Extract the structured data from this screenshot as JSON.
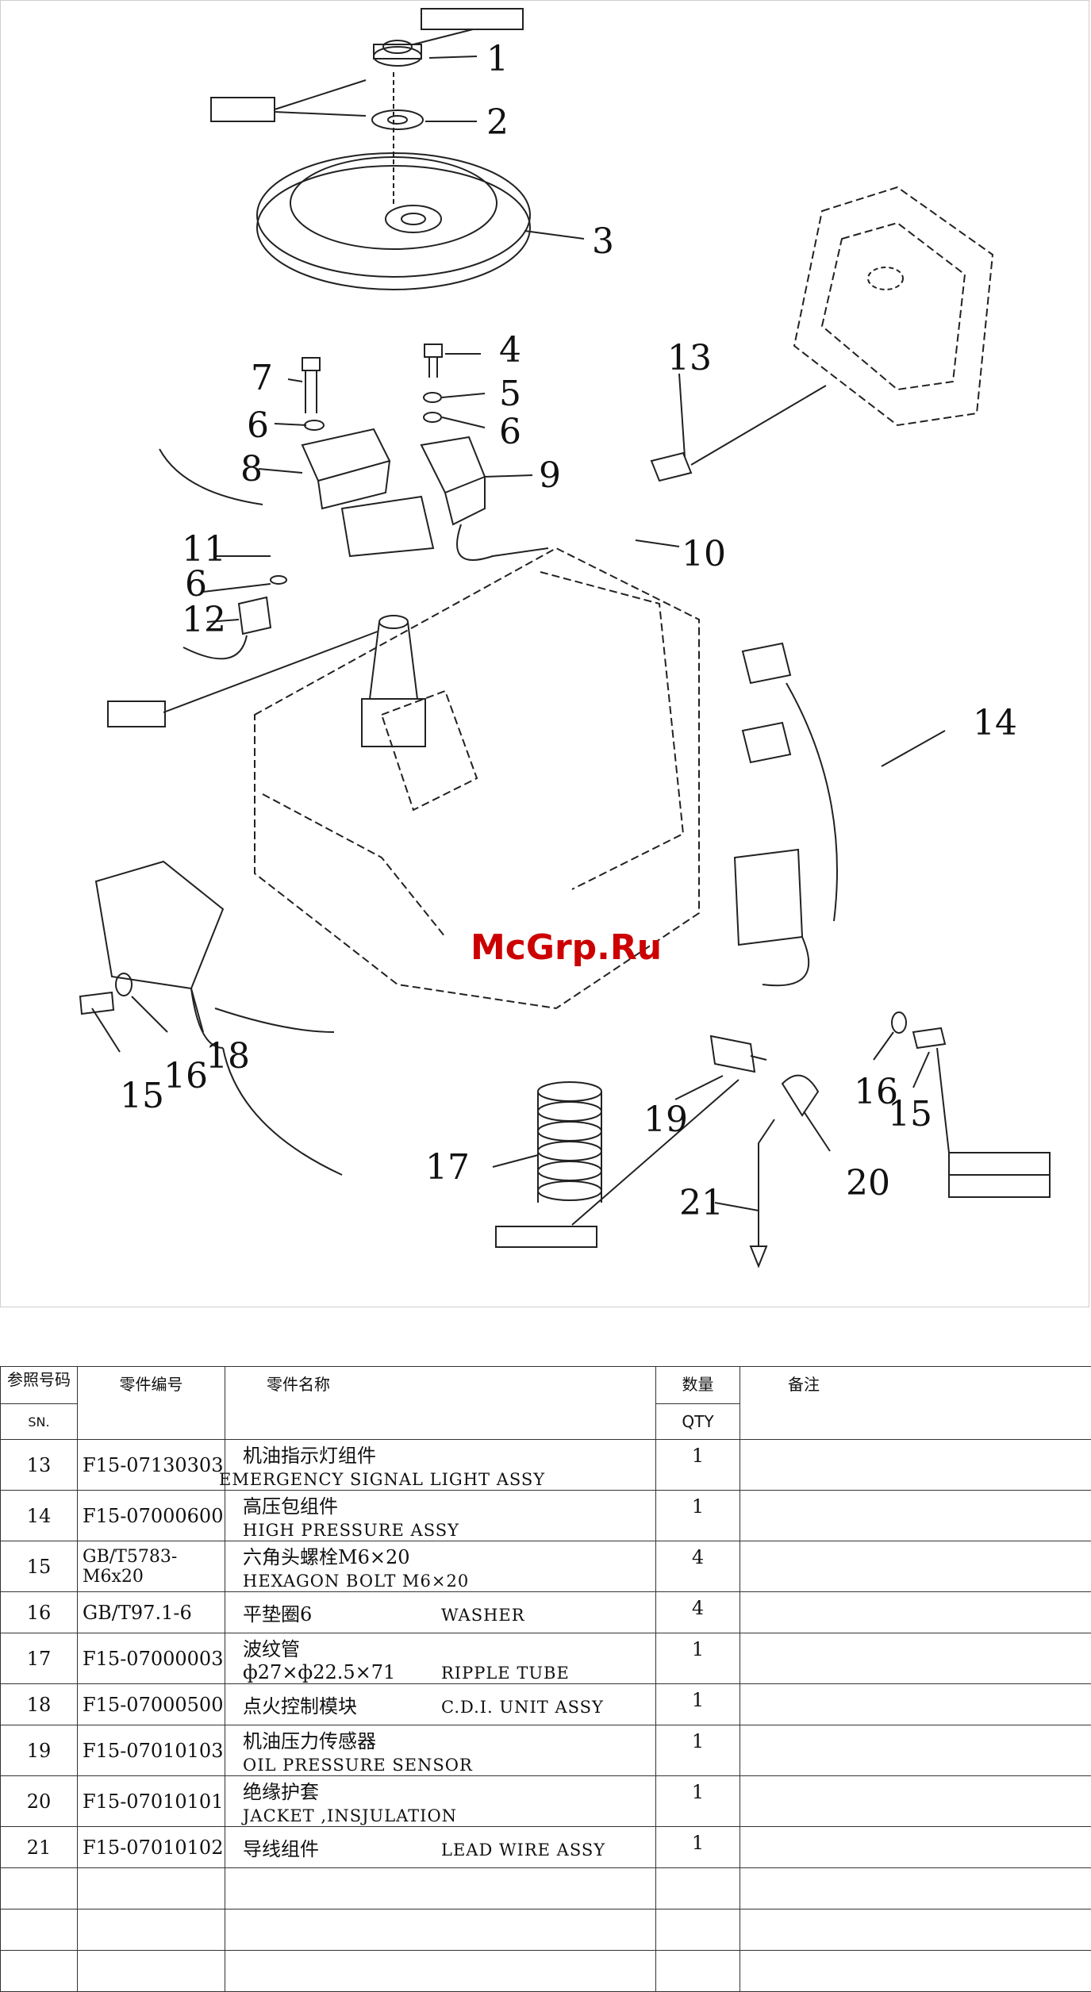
{
  "diagram": {
    "callouts": [
      {
        "label": "1"
      },
      {
        "label": "2"
      },
      {
        "label": "3"
      },
      {
        "label": "4"
      },
      {
        "label": "5"
      },
      {
        "label": "6"
      },
      {
        "label": "6"
      },
      {
        "label": "7"
      },
      {
        "label": "8"
      },
      {
        "label": "9"
      },
      {
        "label": "10"
      },
      {
        "label": "11"
      },
      {
        "label": "6"
      },
      {
        "label": "12"
      },
      {
        "label": "13"
      },
      {
        "label": "14"
      },
      {
        "label": "15"
      },
      {
        "label": "16"
      },
      {
        "label": "18"
      },
      {
        "label": "17"
      },
      {
        "label": "19"
      },
      {
        "label": "20"
      },
      {
        "label": "21"
      },
      {
        "label": "16"
      },
      {
        "label": "15"
      }
    ],
    "watermark": "McGrp.Ru"
  },
  "table": {
    "headers": {
      "sn_cn": "参照号码",
      "sn_en": "SN.",
      "part_no": "零件编号",
      "part_name": "零件名称",
      "qty_cn": "数量",
      "qty_en": "QTY",
      "remark": "备注"
    },
    "rows": [
      {
        "sn": "13",
        "part_no": "F15-07130303",
        "name_cn": "机油指示灯组件",
        "name_en": "EMERGENCY SIGNAL LIGHT ASSY",
        "qty": "1",
        "remark": ""
      },
      {
        "sn": "14",
        "part_no": "F15-07000600",
        "name_cn": "高压包组件",
        "name_en": "HIGH PRESSURE ASSY",
        "qty": "1",
        "remark": ""
      },
      {
        "sn": "15",
        "part_no": "GB/T5783-M6x20",
        "name_cn": "六角头螺栓M6×20",
        "name_en": "HEXAGON BOLT M6×20",
        "qty": "4",
        "remark": ""
      },
      {
        "sn": "16",
        "part_no": "GB/T97.1-6",
        "name_cn": "平垫圈6",
        "name_en": "WASHER",
        "qty": "4",
        "remark": ""
      },
      {
        "sn": "17",
        "part_no": "F15-07000003",
        "name_cn": "波纹管ф27×ф22.5×71",
        "name_en": "RIPPLE TUBE",
        "qty": "1",
        "remark": ""
      },
      {
        "sn": "18",
        "part_no": "F15-07000500",
        "name_cn": "点火控制模块",
        "name_en": "C.D.I. UNIT ASSY",
        "qty": "1",
        "remark": ""
      },
      {
        "sn": "19",
        "part_no": "F15-07010103",
        "name_cn": "机油压力传感器",
        "name_en": "OIL PRESSURE SENSOR",
        "qty": "1",
        "remark": ""
      },
      {
        "sn": "20",
        "part_no": "F15-07010101",
        "name_cn": "绝缘护套",
        "name_en": "JACKET ,INSJULATION",
        "qty": "1",
        "remark": ""
      },
      {
        "sn": "21",
        "part_no": "F15-07010102",
        "name_cn": "导线组件",
        "name_en": "LEAD WIRE ASSY",
        "qty": "1",
        "remark": ""
      },
      {
        "sn": "",
        "part_no": "",
        "name_cn": "",
        "name_en": "",
        "qty": "",
        "remark": ""
      },
      {
        "sn": "",
        "part_no": "",
        "name_cn": "",
        "name_en": "",
        "qty": "",
        "remark": ""
      },
      {
        "sn": "",
        "part_no": "",
        "name_cn": "",
        "name_en": "",
        "qty": "",
        "remark": ""
      }
    ]
  }
}
